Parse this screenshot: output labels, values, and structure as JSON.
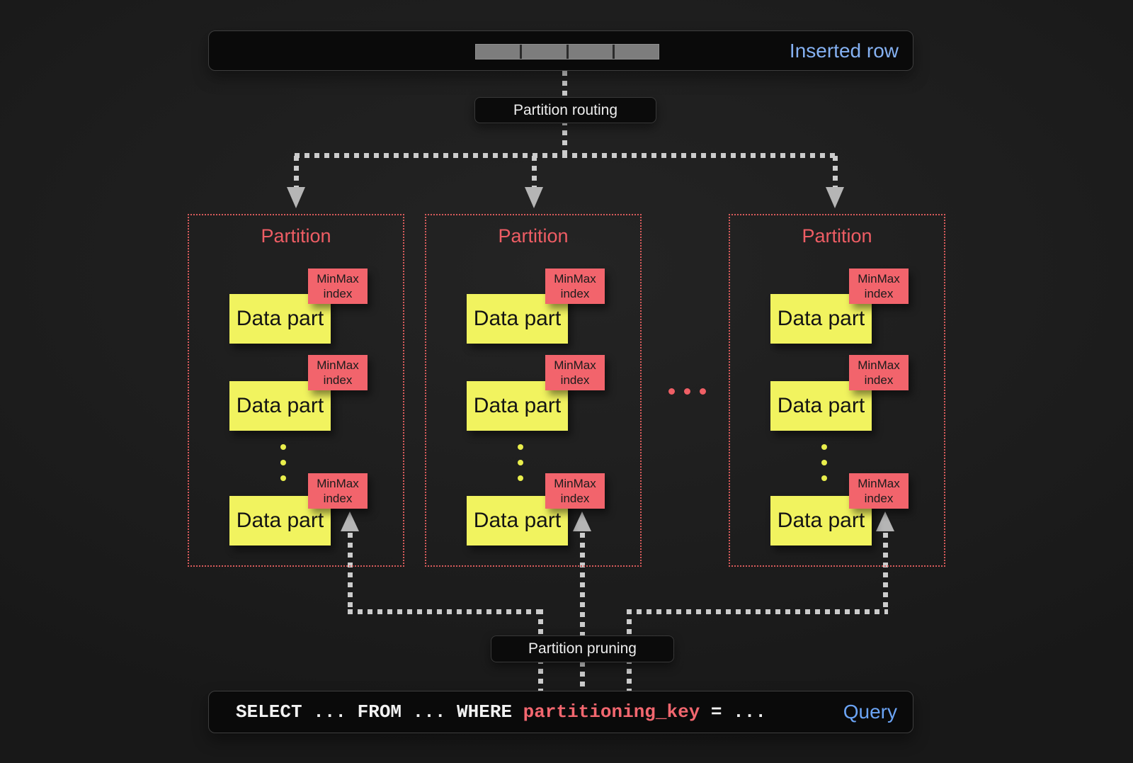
{
  "diagram": {
    "inserted_row": {
      "label": "Inserted row",
      "cell_count": 4
    },
    "routing_label": "Partition routing",
    "pruning_label": "Partition pruning",
    "partitions": [
      {
        "title": "Partition",
        "data_parts": [
          {
            "label": "Data part",
            "index_label": "MinMax index"
          },
          {
            "label": "Data part",
            "index_label": "MinMax index"
          },
          {
            "label": "Data part",
            "index_label": "MinMax index"
          }
        ],
        "more_parts_ellipsis": "..."
      },
      {
        "title": "Partition",
        "data_parts": [
          {
            "label": "Data part",
            "index_label": "MinMax index"
          },
          {
            "label": "Data part",
            "index_label": "MinMax index"
          },
          {
            "label": "Data part",
            "index_label": "MinMax index"
          }
        ],
        "more_parts_ellipsis": "..."
      },
      {
        "title": "Partition",
        "data_parts": [
          {
            "label": "Data part",
            "index_label": "MinMax index"
          },
          {
            "label": "Data part",
            "index_label": "MinMax index"
          },
          {
            "label": "Data part",
            "index_label": "MinMax index"
          }
        ],
        "more_parts_ellipsis": "..."
      }
    ],
    "more_partitions_ellipsis": "...",
    "query": {
      "text_before_key": "SELECT ... FROM ... WHERE ",
      "partitioning_key": "partitioning_key",
      "text_after_key": " = ...",
      "label": "Query"
    },
    "colors": {
      "background": "#1e1e1e",
      "box_background": "#0a0a0a",
      "accent_blue": "#85b1f2",
      "partition_border_red": "#d85b5b",
      "partition_title_red": "#ee5d64",
      "minmax_red": "#f2646c",
      "data_part_yellow": "#f1f35f",
      "query_key_red": "#f2676f",
      "connector_gray": "#cccccc",
      "row_cell_gray": "#7d7d7d"
    }
  }
}
